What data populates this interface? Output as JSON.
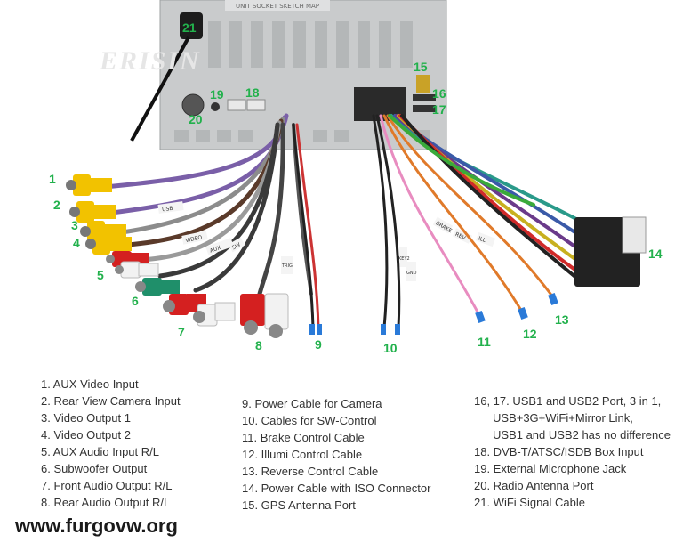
{
  "brand": "ERISIN",
  "plate_text": "UNIT SOCKET SKETCH MAP",
  "cable_tags": [
    "USB",
    "VIDEO",
    "AUX",
    "SW",
    "KEY2",
    "GND",
    "TRIG",
    "REV",
    "ILL",
    "BRAKE"
  ],
  "callouts": [
    "1",
    "2",
    "3",
    "4",
    "5",
    "6",
    "7",
    "8",
    "9",
    "10",
    "11",
    "12",
    "13",
    "14",
    "15",
    "16",
    "17",
    "18",
    "19",
    "20",
    "21"
  ],
  "legend": {
    "col1": [
      "1. AUX Video Input",
      "2. Rear View Camera Input",
      "3. Video Output 1",
      "4. Video Output 2",
      "5. AUX Audio Input R/L",
      "6. Subwoofer Output",
      "7. Front Audio Output R/L",
      "8. Rear Audio Output R/L"
    ],
    "col2": [
      "9. Power Cable for Camera",
      "10. Cables for SW-Control",
      "11. Brake Control Cable",
      "12. Illumi Control Cable",
      "13. Reverse Control Cable",
      "14. Power Cable with ISO Connector",
      "15. GPS Antenna Port"
    ],
    "col3": [
      "16, 17.  USB1 and USB2 Port, 3 in 1,",
      "USB+3G+WiFi+Mirror Link,",
      "USB1 and USB2 has no difference",
      "18. DVB-T/ATSC/ISDB Box Input",
      "19. External Microphone Jack",
      "20. Radio Antenna Port",
      "21. WiFi Signal Cable"
    ]
  },
  "watermark": "www.furgovw.org",
  "colors": {
    "callout": "#22b14c",
    "rca_yellow": "#f2c200",
    "rca_red": "#d42020",
    "rca_white": "#f2f2f2",
    "rca_green": "#1f8f6a",
    "unit_metal": "#c8cacb",
    "iso_block": "#222222"
  }
}
